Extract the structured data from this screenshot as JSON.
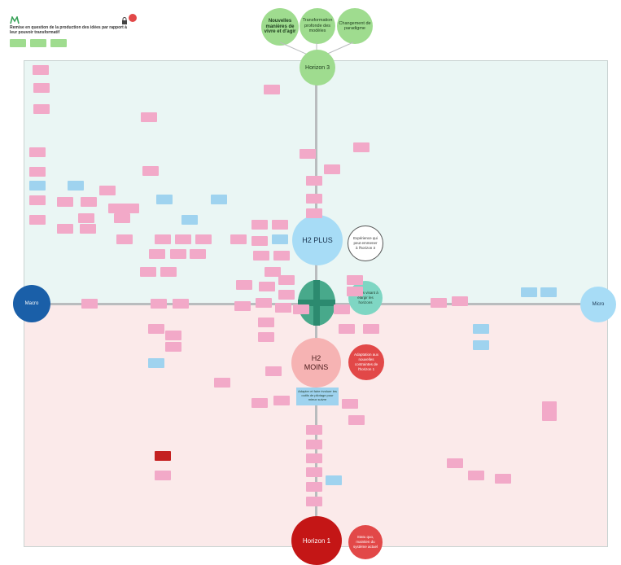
{
  "header": {
    "title": "Remise en question de la production des idées par rapport à leur pouvoir transformatif",
    "tools": [
      "",
      "",
      ""
    ],
    "user_badge": ""
  },
  "top_bubbles": [
    "Nouvelles manières de vivre et d'agir",
    "Transformation profonde des modèles",
    "Changement de paradigme"
  ],
  "nodes": {
    "horizon3": "Horizon 3",
    "h2plus": "H2 PLUS",
    "h2moins_line1": "H2",
    "h2moins_line2": "MOINS",
    "horizon1": "Horizon 1",
    "macro": "Macro",
    "micro": "Micro",
    "outline_note": "Expérience qui peut emmener à l'horizon 3",
    "teal_note": "Actions visant à élargir les horizons",
    "red_note_mid": "Adaptation aux nouvelles contraintes de l'horizon 1",
    "red_note_bottom": "Statu quo, maintien du système actuel",
    "blue_note_mid": "Adapter et faire évoluer les outils de pilotage pour mieux suivre"
  },
  "colors": {
    "h3_green": "#9fdc8f",
    "h2plus_blue": "#a7dcf6",
    "h2moins_pink": "#f6b3b3",
    "horizon1_red": "#c41616",
    "macro_blue": "#1a5fa8",
    "micro_blue": "#a7dcf6",
    "teal": "#48a98b",
    "sticky_pink": "#f2a9c8",
    "sticky_blue": "#9fd3ef"
  }
}
